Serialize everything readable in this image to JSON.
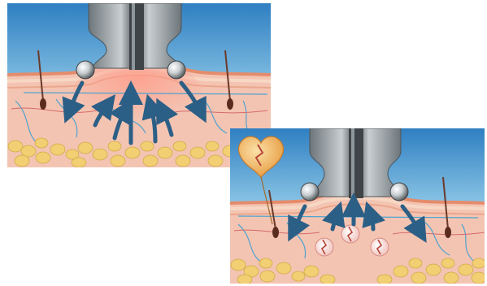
{
  "illustration": {
    "panel_top": {
      "name": "massage-device-illustration-top",
      "elements": [
        "roller-device-icon",
        "roller-ball-icon",
        "skin-layers",
        "hair-follicle-icon",
        "fat-cells",
        "arrow-icons"
      ]
    },
    "panel_bottom": {
      "name": "massage-device-illustration-bottom",
      "elements": [
        "roller-device-icon",
        "roller-ball-icon",
        "heart-shield-icon",
        "skin-layers",
        "hair-follicle-icon",
        "fat-cells",
        "arrow-icons",
        "broken-cell-icons"
      ]
    }
  },
  "colors": {
    "sky_top": "#3b86c7",
    "sky_bottom": "#cde7f3",
    "skin": "#f2bfae",
    "skin_light": "#f7d3c5",
    "fat": "#f1cf72",
    "metal": "#9aa3a8",
    "metal_dark": "#5e666b",
    "arrow": "#2c5f86",
    "vein": "#4ea3cf",
    "hair": "#6b3a2a",
    "heart": "#e9a24c"
  }
}
